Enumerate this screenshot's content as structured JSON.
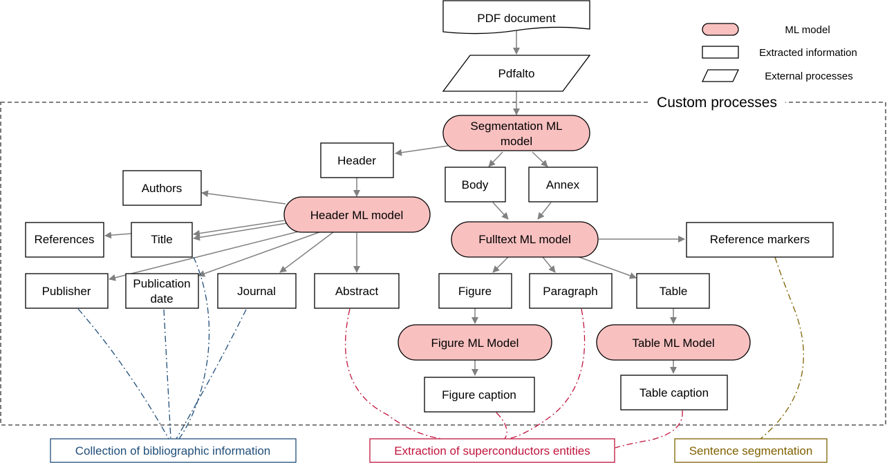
{
  "diagram": {
    "pdf_document": "PDF document",
    "pdfalto": "Pdfalto",
    "custom_processes": "Custom processes",
    "segmentation_model": [
      "Segmentation ML",
      "model"
    ],
    "header": "Header",
    "body": "Body",
    "annex": "Annex",
    "authors": "Authors",
    "header_model": "Header ML model",
    "references": "References",
    "title": "Title",
    "publisher": "Publisher",
    "publication_date": [
      "Publication",
      "date"
    ],
    "journal": "Journal",
    "abstract": "Abstract",
    "fulltext_model": "Fulltext ML model",
    "reference_markers": "Reference markers",
    "figure": "Figure",
    "paragraph": "Paragraph",
    "table": "Table",
    "figure_model": "Figure ML Model",
    "table_model": "Table ML Model",
    "figure_caption": "Figure caption",
    "table_caption": "Table caption"
  },
  "legend": {
    "ml_model": "ML model",
    "extracted_information": "Extracted information",
    "external_processes": "External processes"
  },
  "groups": {
    "bibliographic": "Collection of bibliographic information",
    "superconductors": "Extraction of superconductors entities",
    "sentence": "Sentence segmentation"
  },
  "colors": {
    "ml_fill": "#f9c0c0",
    "arrow": "#808080",
    "bibliographic": "#1f4e79",
    "superconductors": "#c0143c",
    "sentence": "#7f6000"
  }
}
